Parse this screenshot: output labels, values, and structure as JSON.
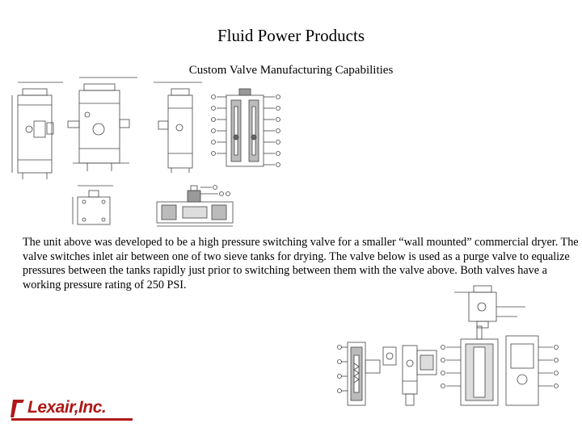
{
  "header": {
    "title": "Fluid Power Products",
    "subtitle": "Custom Valve Manufacturing Capabilities"
  },
  "description": {
    "text": "The unit above was developed to be a high pressure switching valve for a smaller “wall mounted” commercial dryer. The valve switches inlet air between one of two sieve tanks for drying. The valve below is used as a purge valve to equalize pressures between the tanks rapidly just prior to switching between them with the valve above. Both valves have a working pressure rating of 250 PSI."
  },
  "logo": {
    "text": "Lexair,Inc.",
    "color": "#b01818"
  },
  "drawings": {
    "upper": "switching-valve-drawings",
    "lower": "purge-valve-drawings"
  }
}
